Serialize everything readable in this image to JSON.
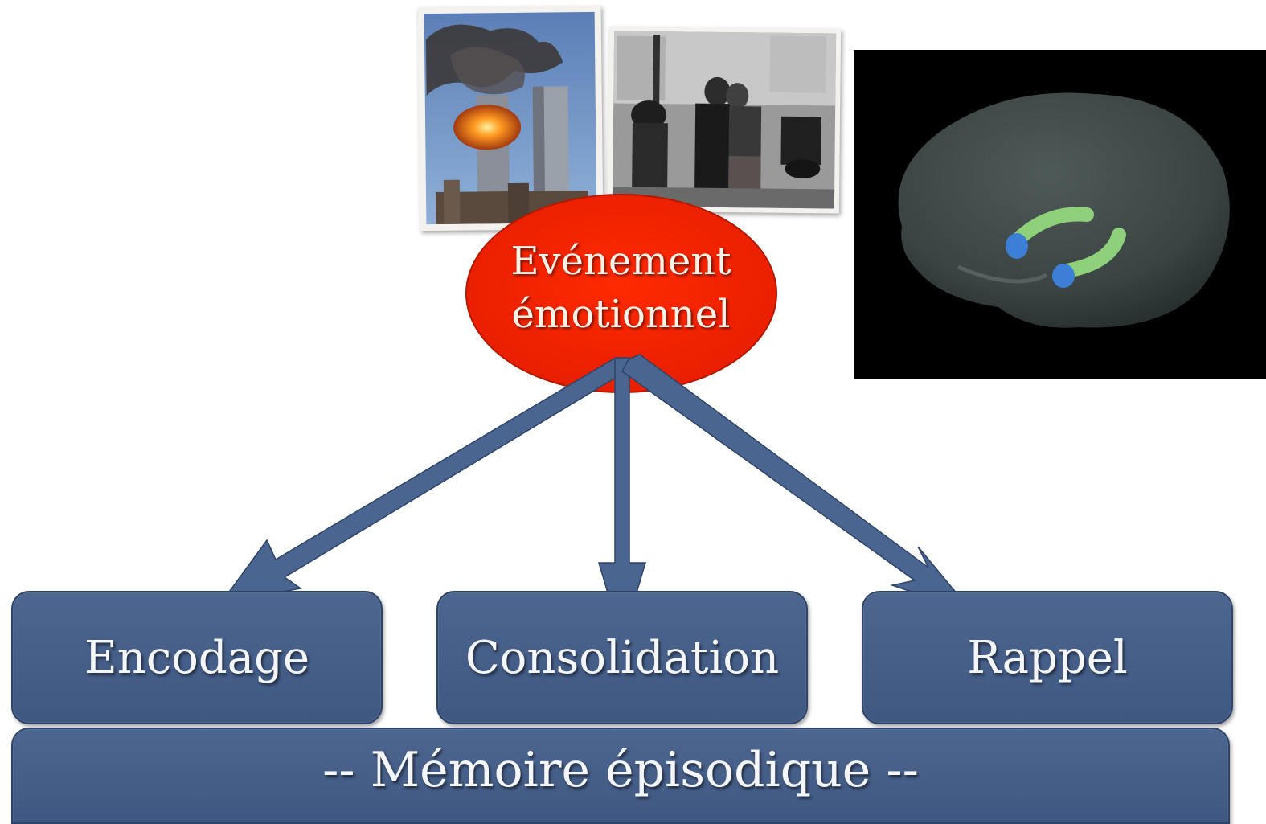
{
  "event": {
    "line1": "Evénement",
    "line2": "émotionnel",
    "color": "#ff2200"
  },
  "phases": {
    "encodage": "Encodage",
    "consolidation": "Consolidation",
    "rappel": "Rappel"
  },
  "memory": {
    "label": "-- Mémoire épisodique --"
  },
  "colors": {
    "box": "#445e88",
    "arrow": "#4a6590",
    "brain_background": "#000000"
  }
}
